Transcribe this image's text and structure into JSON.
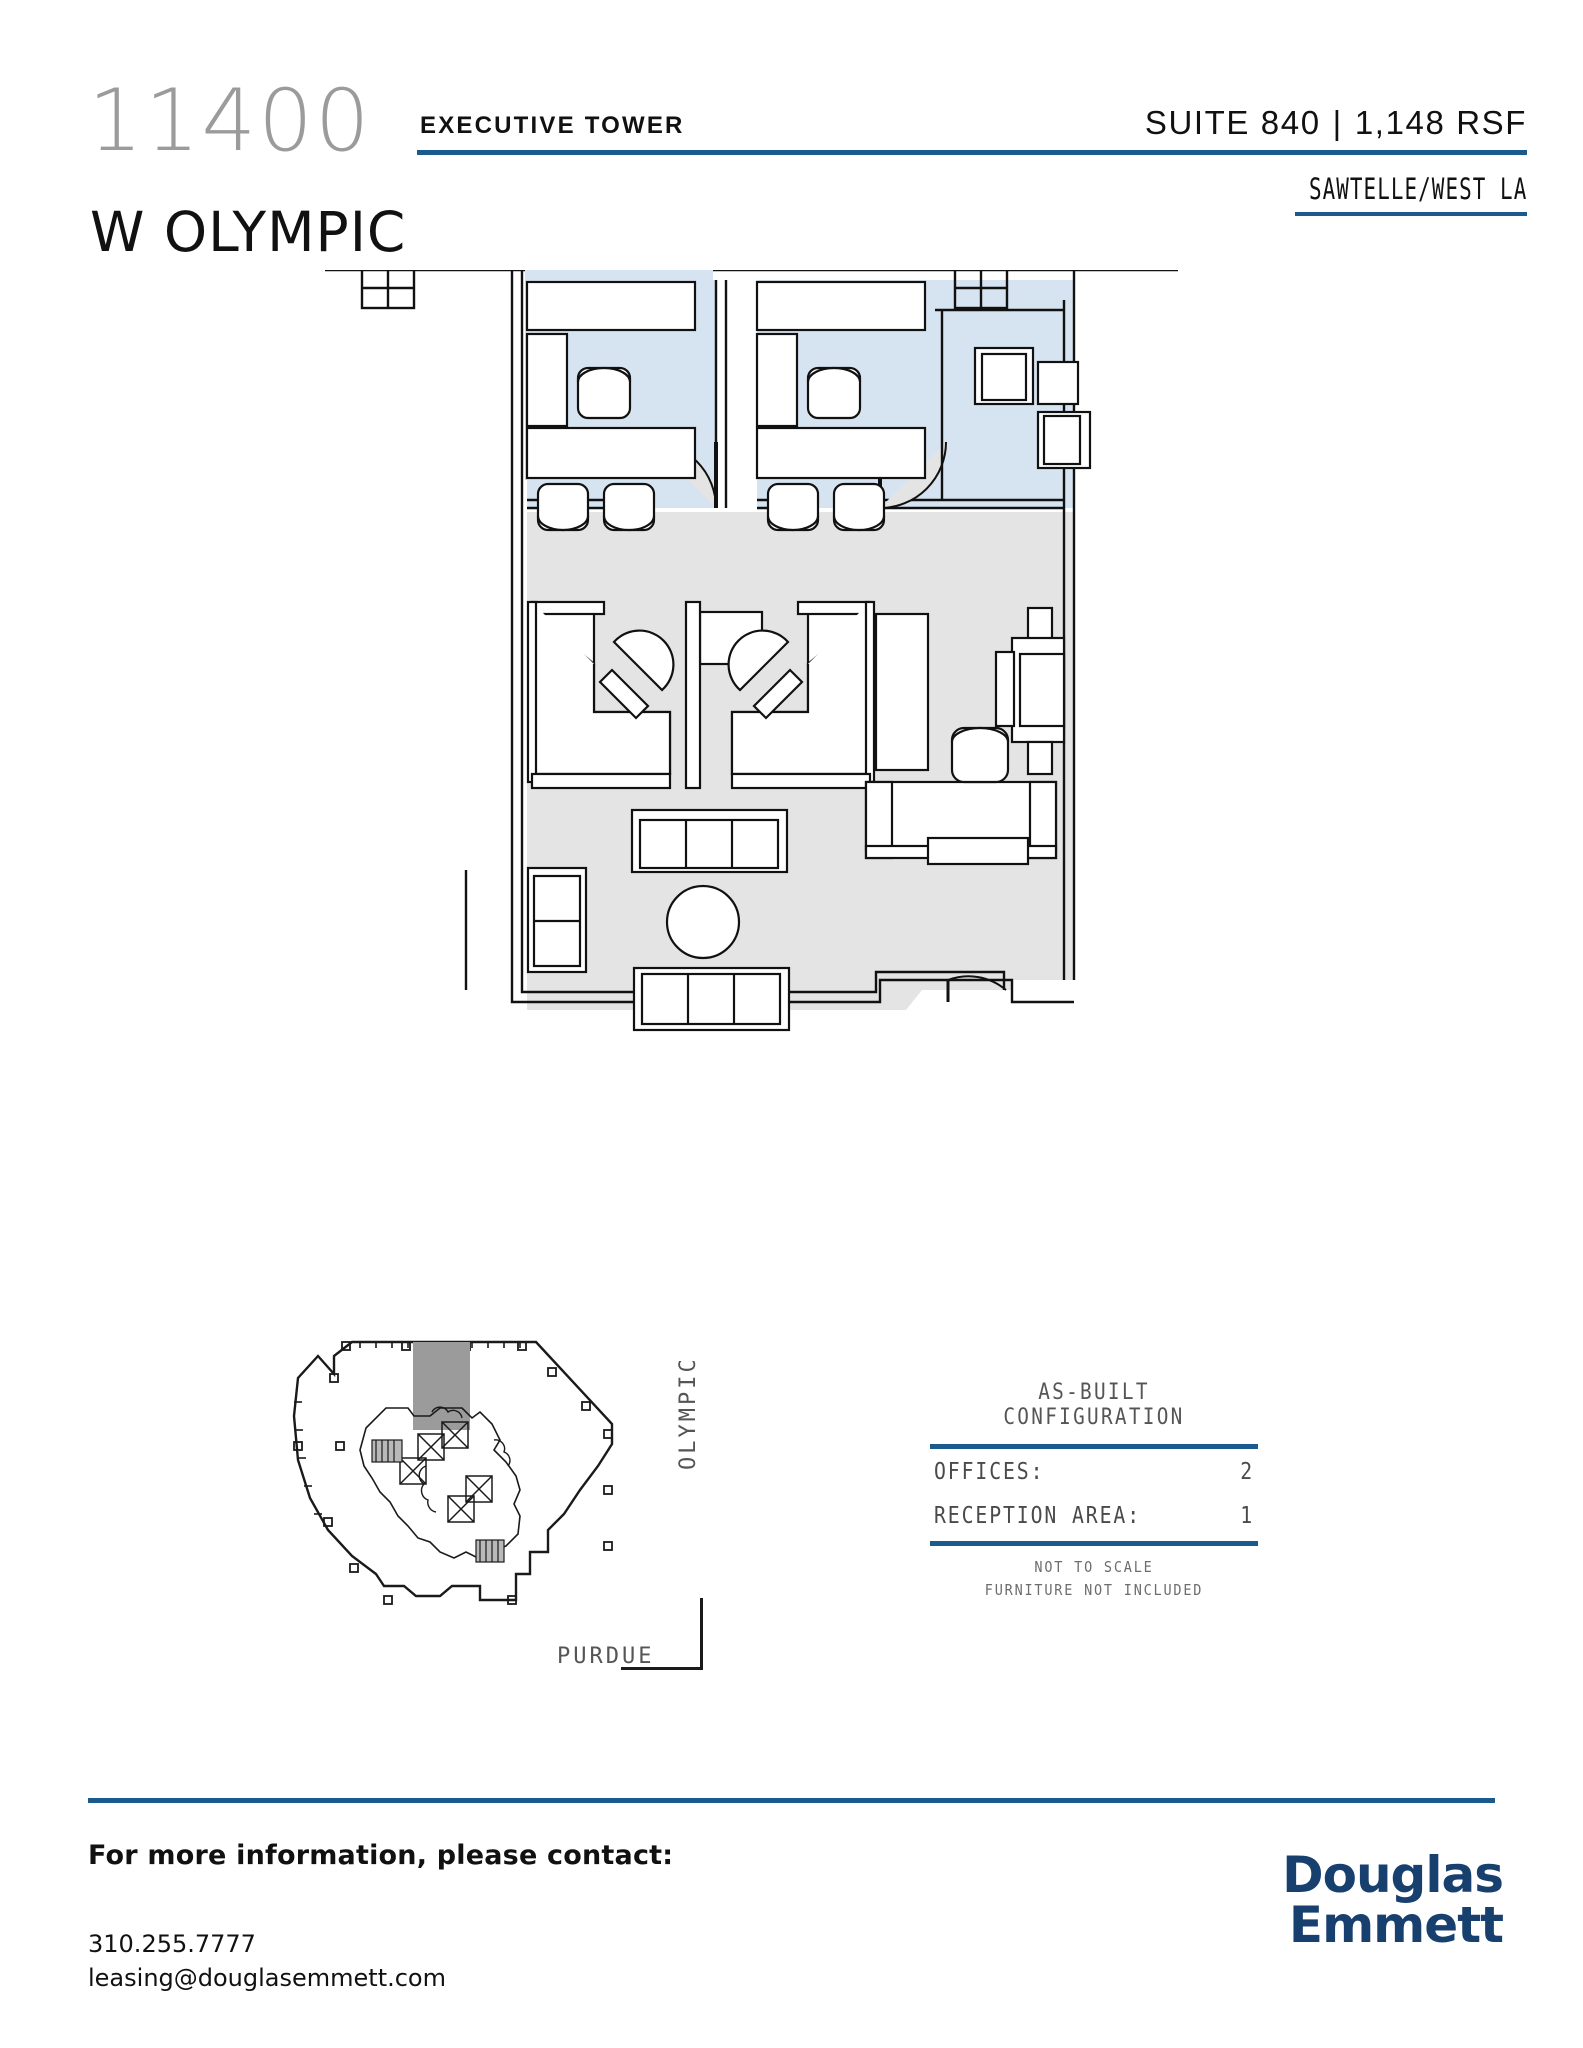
{
  "header": {
    "address_number": "11400",
    "address_street": "W OLYMPIC",
    "tower_label": "EXECUTIVE TOWER",
    "suite": "SUITE 840",
    "separator": "|",
    "rsf": "1,148 RSF",
    "neighborhood": "SAWTELLE/WEST LA"
  },
  "floorplan": {
    "alt": "Suite 840 as-built floor plan with two perimeter offices, two workstations and open reception area",
    "rooms": [
      {
        "name": "office-1",
        "type": "office",
        "fill": "#d6e3f0"
      },
      {
        "name": "office-2",
        "type": "office",
        "fill": "#d6e3f0"
      },
      {
        "name": "reception-open-area",
        "type": "reception",
        "fill": "#e4e4e4"
      }
    ]
  },
  "keyplan": {
    "label": "building-floor-key-plan",
    "streets": {
      "vertical": "OLYMPIC",
      "horizontal": "PURDUE"
    }
  },
  "config": {
    "title": "AS-BUILT CONFIGURATION",
    "rows": [
      {
        "label": "OFFICES:",
        "value": "2"
      },
      {
        "label": "RECEPTION AREA:",
        "value": "1"
      }
    ],
    "note_line_1": "NOT TO SCALE",
    "note_line_2": "FURNITURE NOT INCLUDED"
  },
  "footer": {
    "contact_heading": "For more information, please contact:",
    "phone": "310.255.7777",
    "email": "leasing@douglasemmett.com",
    "logo_line_1": "Douglas",
    "logo_line_2": "Emmett"
  },
  "colors": {
    "accent_blue": "#1b5a8e",
    "logo_navy": "#17406e",
    "office_fill": "#d6e3f0",
    "reception_fill": "#e4e4e4",
    "muted_grey": "#9b9b9b"
  }
}
